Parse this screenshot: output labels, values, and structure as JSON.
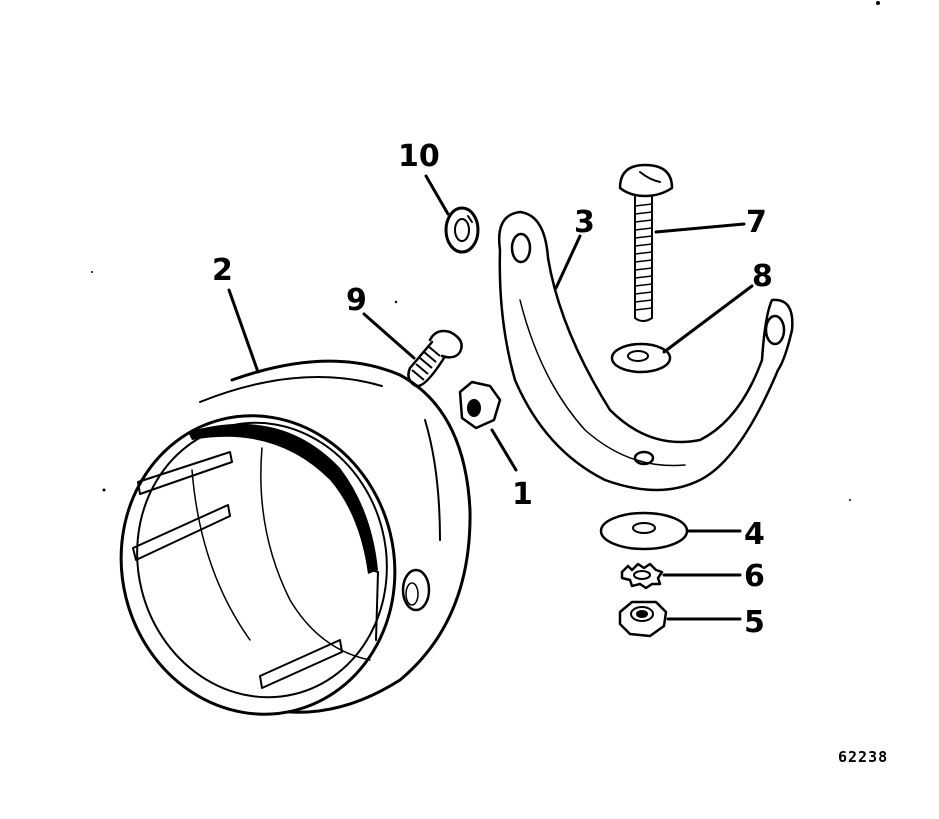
{
  "figure": {
    "drawing_number": "62238",
    "ink_color": "#000000",
    "background_color": "#ffffff"
  },
  "callouts": [
    {
      "id": "1",
      "text": "1",
      "part": "hex-nut"
    },
    {
      "id": "2",
      "text": "2",
      "part": "cup-housing"
    },
    {
      "id": "3",
      "text": "3",
      "part": "u-bracket"
    },
    {
      "id": "4",
      "text": "4",
      "part": "flat-washer"
    },
    {
      "id": "5",
      "text": "5",
      "part": "hex-nut"
    },
    {
      "id": "6",
      "text": "6",
      "part": "lock-washer"
    },
    {
      "id": "7",
      "text": "7",
      "part": "carriage-bolt"
    },
    {
      "id": "8",
      "text": "8",
      "part": "washer"
    },
    {
      "id": "9",
      "text": "9",
      "part": "screw"
    },
    {
      "id": "10",
      "text": "10",
      "part": "lock-washer"
    }
  ]
}
